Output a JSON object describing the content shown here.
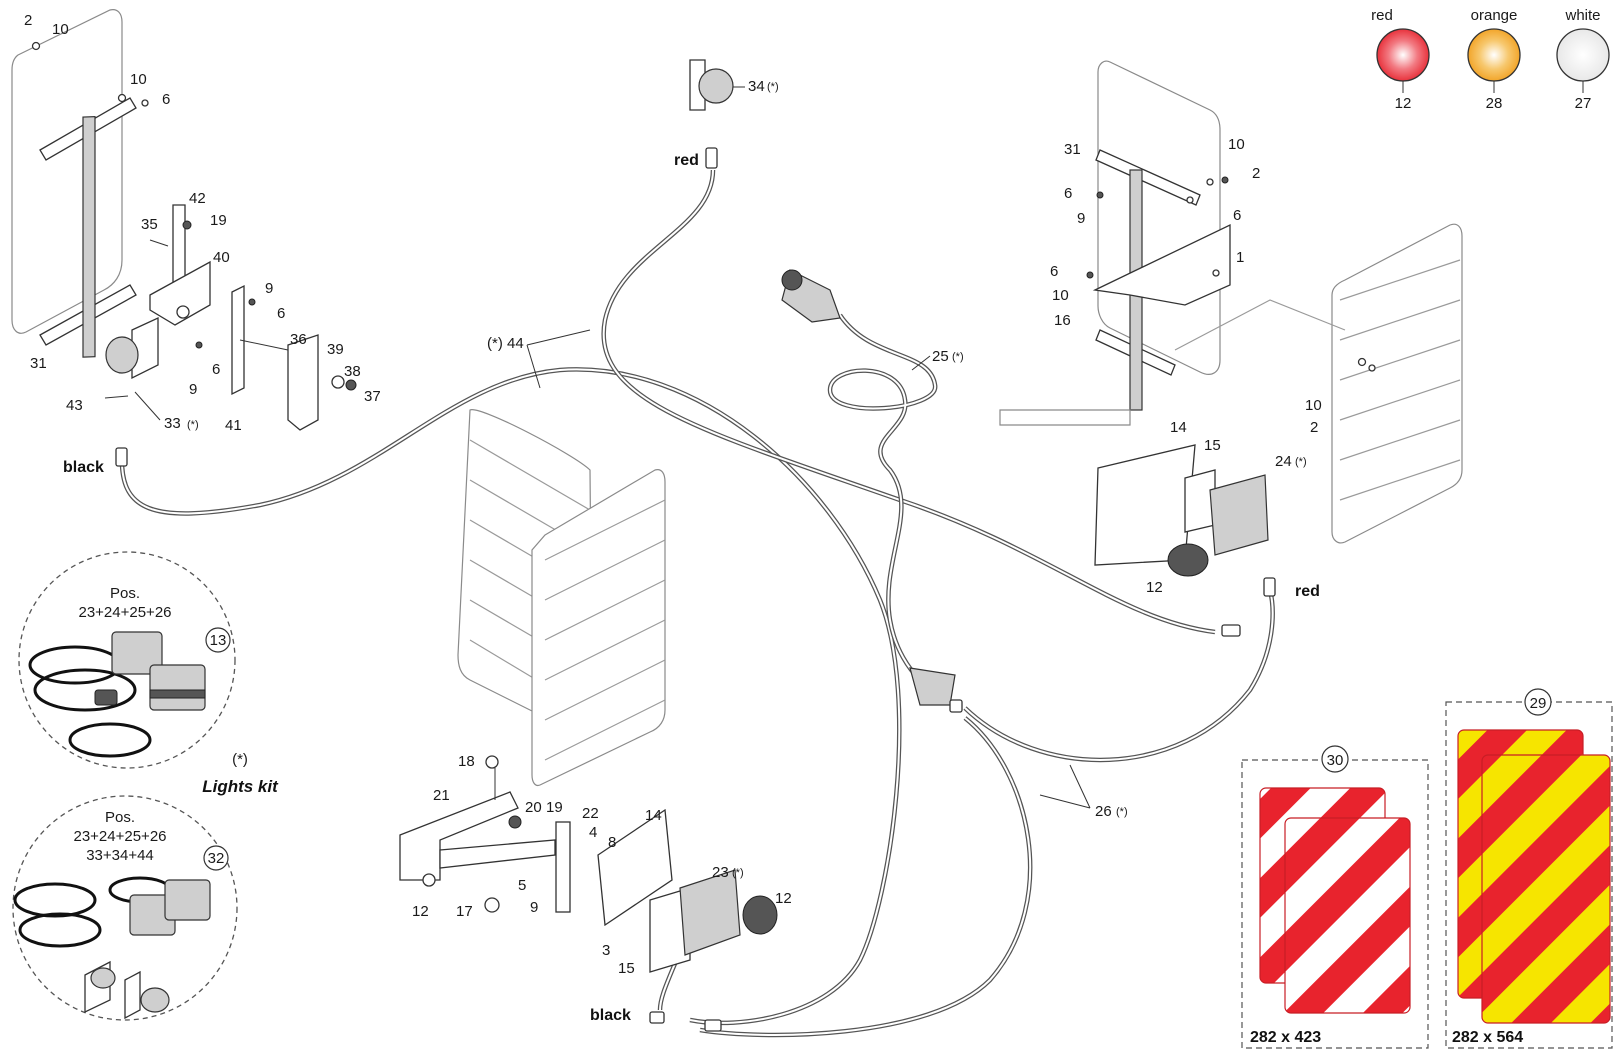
{
  "legend": {
    "red_label": "red",
    "red_num": "12",
    "orange_label": "orange",
    "orange_num": "28",
    "white_label": "white",
    "white_num": "27",
    "colors": {
      "red": "#e8323c",
      "orange": "#f2a52a",
      "white": "#ffffff"
    }
  },
  "wires": {
    "red_top": "red",
    "black_left": "black",
    "red_right": "red",
    "black_bottom": "black"
  },
  "callouts": {
    "n2a": "2",
    "n10a": "10",
    "n10b": "10",
    "n6a": "6",
    "n31a": "31",
    "n42": "42",
    "n35": "35",
    "n19a": "19",
    "n40": "40",
    "n9a": "9",
    "n6b": "6",
    "n6c": "6",
    "n9b": "9",
    "n36": "36",
    "n39": "39",
    "n38": "38",
    "n37": "37",
    "n43": "43",
    "n33": "33",
    "n33s": "(*)",
    "n41": "41",
    "n34": "34",
    "n34s": "(*)",
    "n44": "(*) 44",
    "n25": "25",
    "n25s": "(*)",
    "n31b": "31",
    "n10c": "10",
    "n2b": "2",
    "n6d": "6",
    "n9c": "9",
    "n6e": "6",
    "n1": "1",
    "n6f": "6",
    "n10d": "10",
    "n16": "16",
    "n10e": "10",
    "n2c": "2",
    "n14a": "14",
    "n15a": "15",
    "n24": "24",
    "n24s": "(*)",
    "n12a": "12",
    "n18": "18",
    "n21": "21",
    "n20": "20",
    "n19b": "19",
    "n22": "22",
    "n4": "4",
    "n8": "8",
    "n14b": "14",
    "n5": "5",
    "n9d": "9",
    "n12b": "12",
    "n17": "17",
    "n3": "3",
    "n15b": "15",
    "n23": "23",
    "n23s": "(*)",
    "n12c": "12",
    "n26": "26",
    "n26s": "(*)"
  },
  "kit13": {
    "pos": "Pos.",
    "items": "23+24+25+26",
    "num": "13"
  },
  "kit32": {
    "pos": "Pos.",
    "items": "23+24+25+26",
    "items2": "33+34+44",
    "num": "32"
  },
  "note": {
    "star": "(*)",
    "text": "Lights kit"
  },
  "sign30": {
    "num": "30",
    "size": "282 x 423",
    "colors": [
      "#e8232d",
      "#ffffff"
    ]
  },
  "sign29": {
    "num": "29",
    "size": "282 x 564",
    "colors": [
      "#e8232d",
      "#f6e500"
    ]
  }
}
